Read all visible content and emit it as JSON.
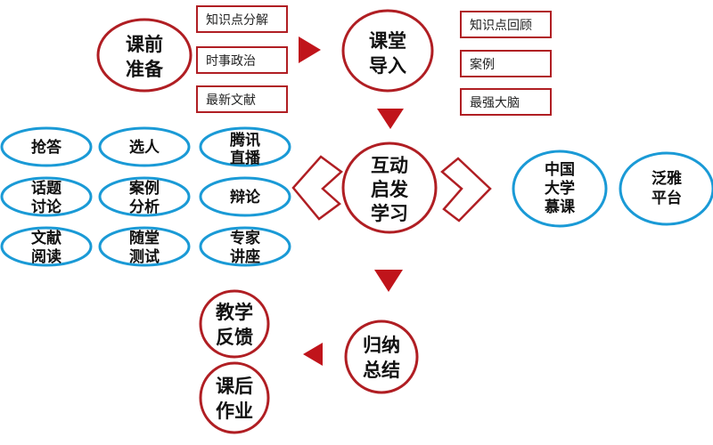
{
  "colors": {
    "red": "#b01e23",
    "blue": "#1a9ad6"
  },
  "pre_class": {
    "lines": [
      "课前",
      "准备"
    ],
    "boxes": [
      "知识点分解",
      "时事政治",
      "最新文献"
    ]
  },
  "intro": {
    "lines": [
      "课堂",
      "导入"
    ],
    "boxes": [
      "知识点回顾",
      "案例",
      "最强大脑"
    ]
  },
  "interactive": {
    "lines": [
      "互动",
      "启发",
      "学习"
    ]
  },
  "activities": [
    {
      "lines": [
        "抢答"
      ]
    },
    {
      "lines": [
        "选人"
      ]
    },
    {
      "lines": [
        "腾讯",
        "直播"
      ]
    },
    {
      "lines": [
        "话题",
        "讨论"
      ]
    },
    {
      "lines": [
        "案例",
        "分析"
      ]
    },
    {
      "lines": [
        "辩论"
      ]
    },
    {
      "lines": [
        "文献",
        "阅读"
      ]
    },
    {
      "lines": [
        "随堂",
        "测试"
      ]
    },
    {
      "lines": [
        "专家",
        "讲座"
      ]
    }
  ],
  "platforms": [
    {
      "lines": [
        "中国",
        "大学",
        "慕课"
      ]
    },
    {
      "lines": [
        "泛雅",
        "平台"
      ]
    }
  ],
  "summary": {
    "lines": [
      "归纳",
      "总结"
    ]
  },
  "feedback": {
    "lines": [
      "教学",
      "反馈"
    ]
  },
  "homework": {
    "lines": [
      "课后",
      "作业"
    ]
  }
}
